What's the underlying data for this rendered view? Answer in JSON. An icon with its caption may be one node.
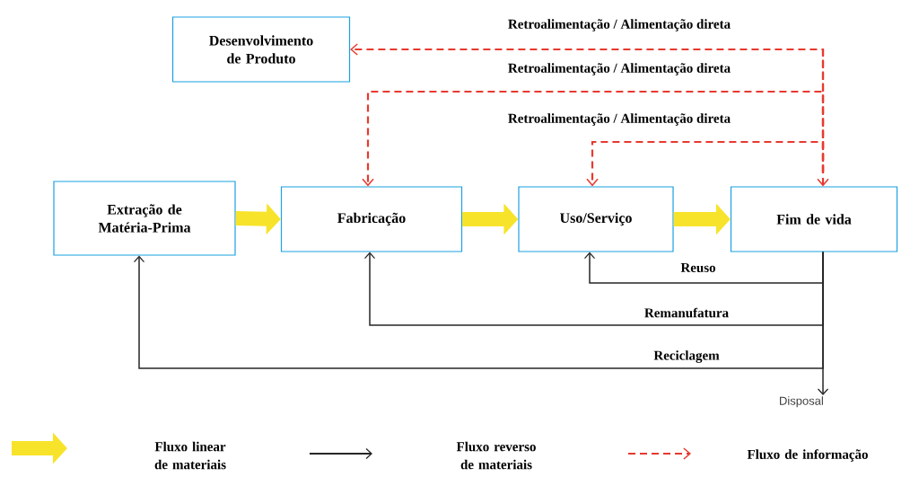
{
  "diagram": {
    "nodes": [
      {
        "text": [
          "Desenvolvimento de Produto"
        ]
      },
      {
        "text": [
          "Extração de Matéria-Prima"
        ]
      },
      {
        "text": [
          "Fabricação"
        ]
      },
      {
        "text": [
          "Uso/Serviço"
        ]
      },
      {
        "text": [
          "Fim de vida"
        ]
      },
      {
        "text": [
          "Disposal"
        ]
      }
    ],
    "edges": [
      {
        "from": 1,
        "to": 2,
        "arrow": "to",
        "style": "thick",
        "color": "#f7e32a"
      },
      {
        "from": 2,
        "to": 3,
        "arrow": "to",
        "style": "thick",
        "color": "#f7e32a"
      },
      {
        "from": 3,
        "to": 4,
        "arrow": "to",
        "style": "thick",
        "color": "#f7e32a"
      },
      {
        "from": 4,
        "to": 0,
        "arrow": "to",
        "style": "dashed",
        "color": "#e8392f",
        "label": "Retroalimentação / Alimentação direta"
      },
      {
        "from": 4,
        "to": 2,
        "arrow": "to",
        "style": "dashed",
        "color": "#e8392f",
        "label": "Retroalimentação / Alimentação direta"
      },
      {
        "from": 4,
        "to": 3,
        "arrow": "to",
        "style": "dashed",
        "color": "#e8392f",
        "label": "Retroalimentação / Alimentação direta"
      },
      {
        "from": 4,
        "to": 3,
        "arrow": "to",
        "color": "#262626",
        "label": "Reuso"
      },
      {
        "from": 4,
        "to": 2,
        "arrow": "to",
        "color": "#262626",
        "label": "Remanufatura"
      },
      {
        "from": 4,
        "to": 1,
        "arrow": "to",
        "color": "#262626",
        "label": "Reciclagem"
      },
      {
        "from": 4,
        "to": 5,
        "arrow": "to",
        "color": "#262626"
      },
      {
        "from": null,
        "to": 4,
        "arrow": "to",
        "style": "dashed",
        "color": "#e8392f"
      }
    ],
    "legend": [
      {
        "text": "Fluxo linear de materiais"
      },
      {
        "text": "Fluxo reverso de materiais"
      },
      {
        "text": "Fluxo de informação"
      }
    ]
  }
}
